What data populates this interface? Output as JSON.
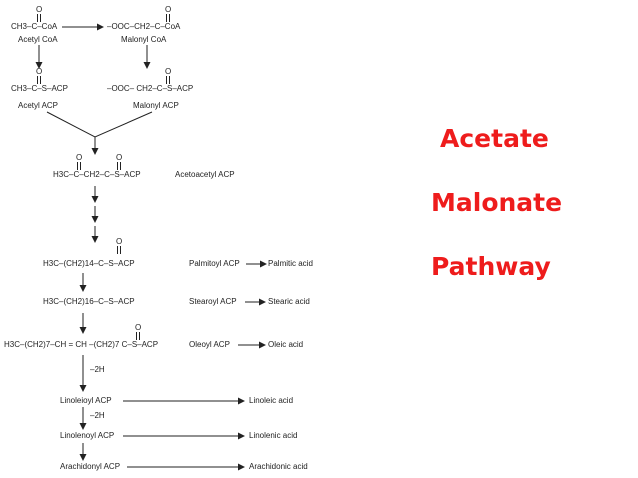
{
  "title": {
    "line1": "Acetate",
    "line2": "Malonate",
    "line3": "Pathway",
    "color": "#ee1c1c"
  },
  "diagram": {
    "acetyl_coa_formula": "CH3–C–CoA",
    "acetyl_coa_label": "Acetyl CoA",
    "malonyl_coa_formula": "–OOC–CH2–C–CoA",
    "malonyl_coa_label": "Malonyl CoA",
    "acetyl_acp_formula": "CH3–C–S–ACP",
    "acetyl_acp_label": "Acetyl ACP",
    "malonyl_acp_formula": "–OOC– CH2–C–S–ACP",
    "malonyl_acp_label": "Malonyl ACP",
    "acetoacetyl_formula": "H3C–C–CH2–C–S–ACP",
    "acetoacetyl_label": "Acetoacetyl ACP",
    "palmitoyl_formula": "H3C–(CH2)14–C–S–ACP",
    "palmitoyl_acp": "Palmitoyl ACP",
    "palmitic_acid": "Palmitic acid",
    "stearoyl_formula": "H3C–(CH2)16–C–S–ACP",
    "stearoyl_acp": "Stearoyl ACP",
    "stearic_acid": "Stearic acid",
    "oleoyl_formula": "H3C–(CH2)7–CH = CH –(CH2)7 C–S–ACP",
    "oleoyl_acp": "Oleoyl ACP",
    "oleic_acid": "Oleic acid",
    "minus_2h_1": "–2H",
    "linoleioyl_acp": "Linoleioyl ACP",
    "linoleic_acid": "Linoleic acid",
    "minus_2h_2": "–2H",
    "linolenoyl_acp": "Linolenoyl ACP",
    "linolenic_acid": "Linolenic acid",
    "arachidonyl_acp": "Arachidonyl ACP",
    "arachidonic_acid": "Arachidonic acid"
  }
}
